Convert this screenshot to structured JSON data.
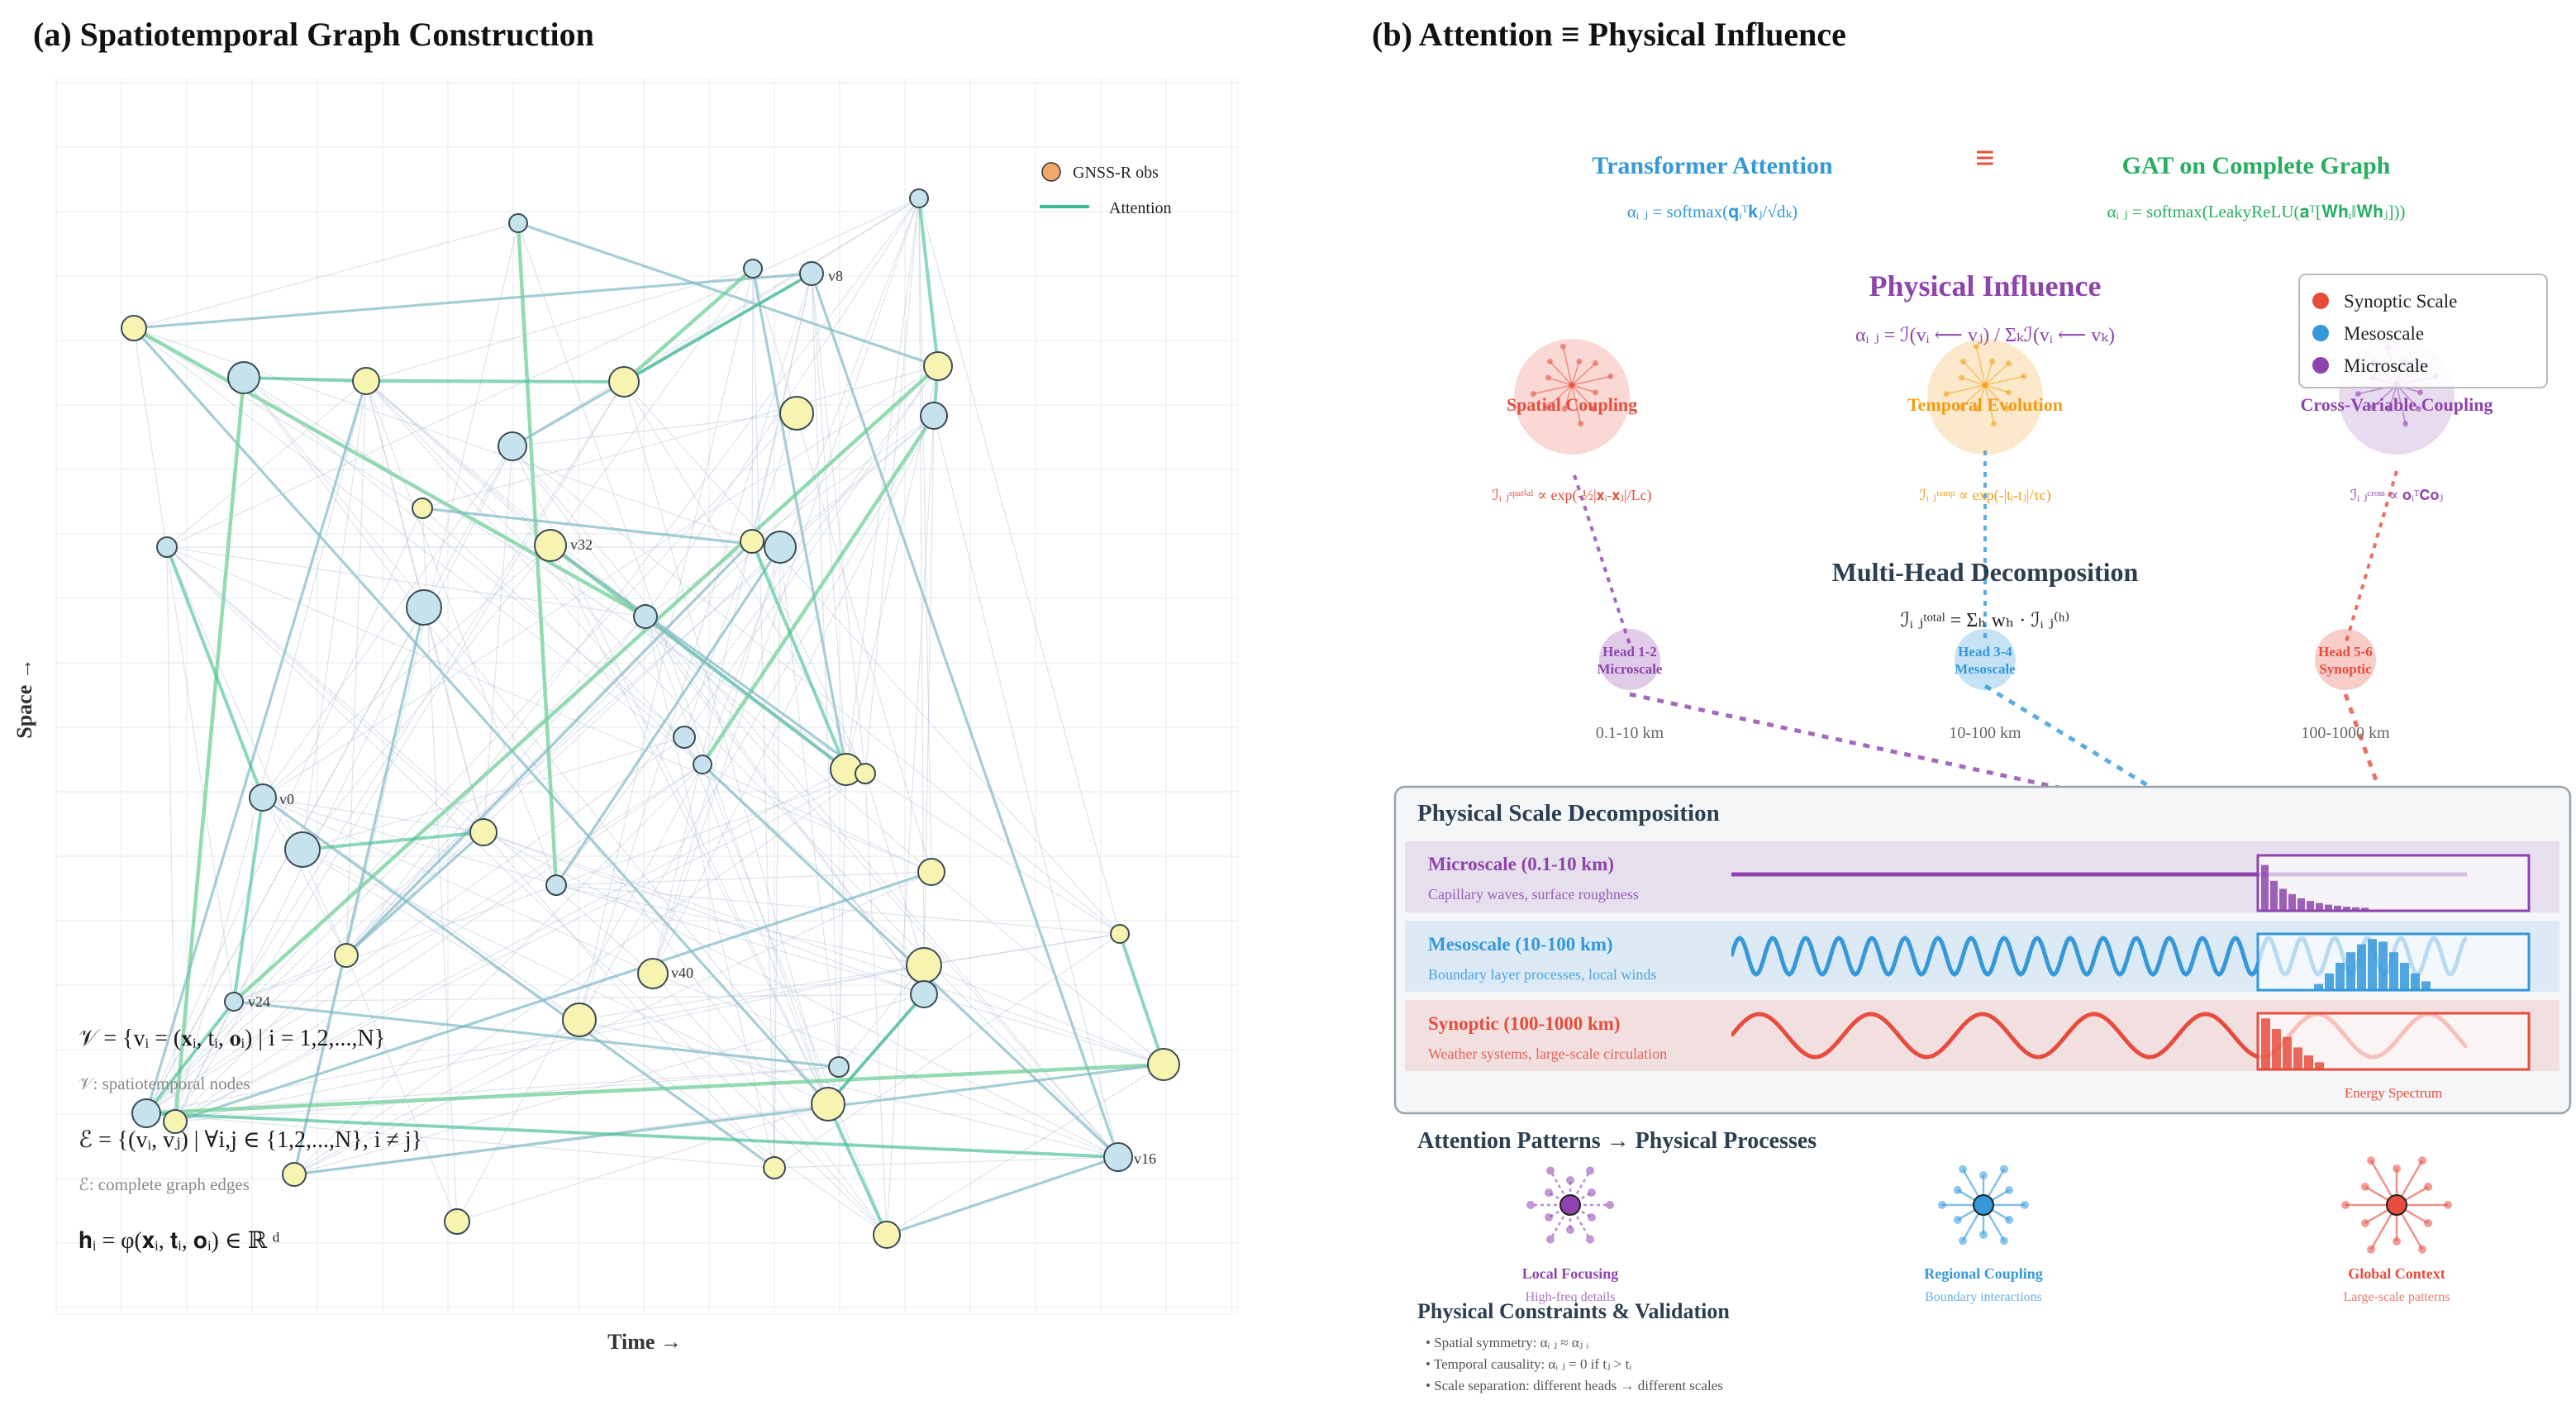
{
  "colors": {
    "attention": "#3fbf8f",
    "node_yellow": "#f7f3b0",
    "node_blue": "#c6e2ec",
    "node_stroke": "#3a4a55",
    "legend_obs": "#f0a868",
    "red": "#e74c3c",
    "blue": "#3498db",
    "purple": "#8e44ad",
    "orange": "#f39c12",
    "green": "#27ae60",
    "dark": "#2c3e50"
  },
  "panel_a": {
    "title": "(a) Spatiotemporal Graph Construction",
    "xlabel": "Time →",
    "ylabel": "Space →",
    "legend": {
      "obs": "GNSS-R obs",
      "attention": "Attention"
    },
    "node_labels": {
      "v8": "v8",
      "v32": "v32",
      "v0": "v0",
      "v24": "v24",
      "v40": "v40",
      "v16": "v16"
    },
    "eq1": "𝒱 = {vᵢ = (𝐱ᵢ, tᵢ, 𝐨ᵢ) | i = 1,2,...,N}",
    "eq1_caption": "𝒱: spatiotemporal nodes",
    "eq2": "ℰ = {(vᵢ, vⱼ) | ∀i,j ∈ {1,2,...,N}, i ≠ j}",
    "eq2_caption": "ℰ: complete graph edges",
    "eq3": "𝐡ᵢ = φ(𝐱ᵢ, 𝐭ᵢ, 𝐨ᵢ) ∈ ℝ ᵈ"
  },
  "panel_b": {
    "title": "(b) Attention ≡ Physical Influence",
    "transformer_title": "Transformer Attention",
    "transformer_eq": "αᵢ ⱼ = softmax(𝐪ᵢᵀ𝐤ⱼ/√dₖ)",
    "equiv": "≡",
    "gat_title": "GAT on Complete Graph",
    "gat_eq": "αᵢ ⱼ = softmax(LeakyReLU(𝐚ᵀ[𝐖𝐡ᵢ‖𝐖𝐡ⱼ]))",
    "physical_title": "Physical Influence",
    "physical_eq": "αᵢ ⱼ = ℐ(vᵢ ⟵ vⱼ) / Σₖℐ(vᵢ ⟵ vₖ)",
    "legend": [
      "Synoptic Scale",
      "Mesoscale",
      "Microscale"
    ],
    "couplings": [
      {
        "label": "Spatial Coupling",
        "eq": "ℐᵢ ⱼˢᵖᵃᵗⁱᵃˡ ∝ exp(-½|𝐱ᵢ-𝐱ⱼ|/Lc)"
      },
      {
        "label": "Temporal Evolution",
        "eq": "ℐᵢ ⱼᵗᵉᵐᵖ ∝ exp(-|tᵢ-tⱼ|/τc)"
      },
      {
        "label": "Cross-Variable Coupling",
        "eq": "ℐᵢ ⱼᶜʳᵒˢˢ ∝ 𝐨ᵢᵀ𝐂𝐨ⱼ"
      }
    ],
    "multihead_title": "Multi-Head Decomposition",
    "multihead_eq": "ℐᵢ ⱼᵗᵒᵗᵃˡ = Σₕ wₕ · ℐᵢ ⱼ⁽ʰ⁾",
    "heads": [
      {
        "line1": "Head 1-2",
        "line2": "Microscale",
        "range": "0.1-10 km"
      },
      {
        "line1": "Head 3-4",
        "line2": "Mesoscale",
        "range": "10-100 km"
      },
      {
        "line1": "Head 5-6",
        "line2": "Synoptic",
        "range": "100-1000 km"
      }
    ],
    "scale_box_title": "Physical Scale Decomposition",
    "scales": [
      {
        "title": "Microscale (0.1-10 km)",
        "desc": "Capillary waves, surface roughness"
      },
      {
        "title": "Mesoscale (10-100 km)",
        "desc": "Boundary layer processes, local winds"
      },
      {
        "title": "Synoptic (100-1000 km)",
        "desc": "Weather systems, large-scale circulation"
      }
    ],
    "spectrum_hist": {
      "micro": [
        0.85,
        0.55,
        0.4,
        0.3,
        0.22,
        0.17,
        0.13,
        0.1,
        0.08,
        0.06,
        0.05,
        0.04
      ],
      "meso": [
        0.1,
        0.3,
        0.5,
        0.7,
        0.85,
        0.95,
        0.9,
        0.7,
        0.5,
        0.3,
        0.15
      ],
      "synoptic": [
        0.95,
        0.75,
        0.6,
        0.4,
        0.25,
        0.12
      ]
    },
    "energy_spectrum": "Energy Spectrum",
    "patterns_title": "Attention Patterns → Physical Processes",
    "patterns": [
      {
        "label": "Local Focusing",
        "sub": "High-freq details"
      },
      {
        "label": "Regional Coupling",
        "sub": "Boundary interactions"
      },
      {
        "label": "Global Context",
        "sub": "Large-scale patterns"
      }
    ],
    "constraints_title": "Physical Constraints & Validation",
    "constraints": [
      "• Spatial symmetry: αᵢ ⱼ ≈ αⱼ ᵢ",
      "• Temporal causality: αᵢ ⱼ = 0 if tⱼ > tᵢ",
      "• Scale separation: different heads → different scales"
    ]
  }
}
